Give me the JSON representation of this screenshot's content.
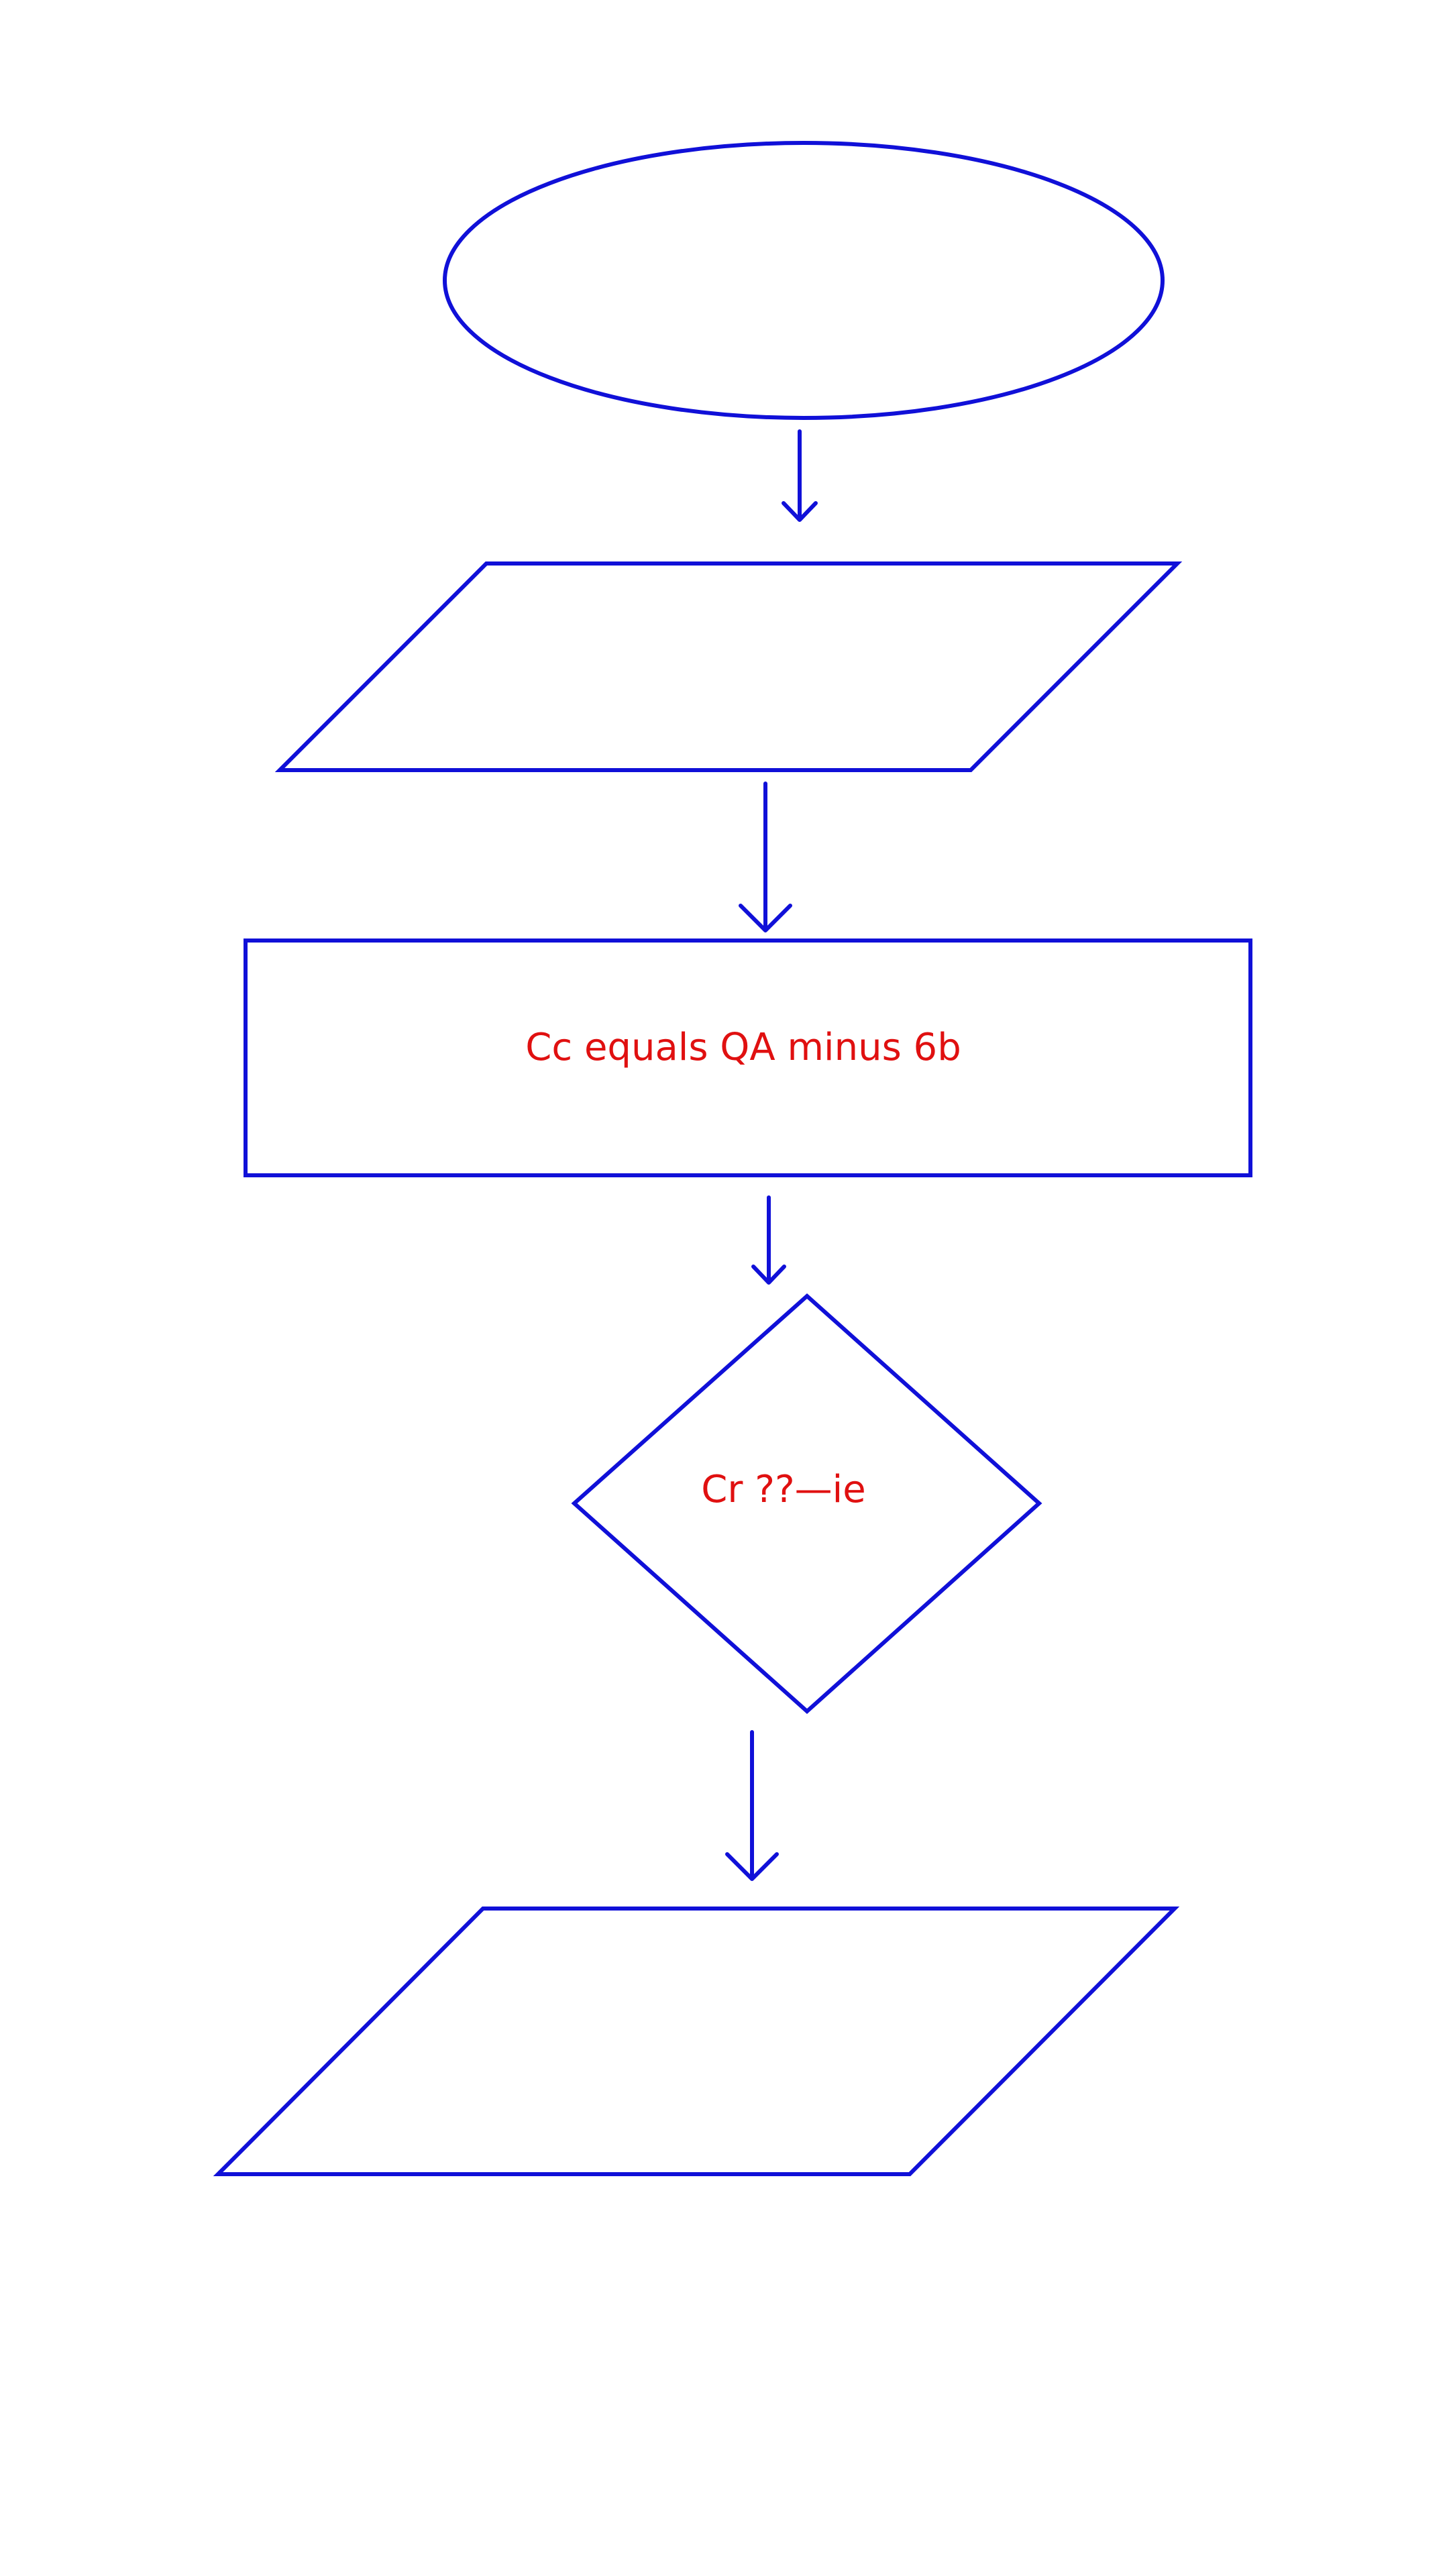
{
  "diagram": {
    "colors": {
      "stroke": "#1010d8",
      "label": "#e01010",
      "background": "#ffffff"
    },
    "nodes": [
      {
        "id": "start",
        "shape": "ellipse",
        "label": ""
      },
      {
        "id": "input",
        "shape": "parallelogram",
        "label": ""
      },
      {
        "id": "process",
        "shape": "rectangle",
        "label": "Cc equals QA minus 6b"
      },
      {
        "id": "decision",
        "shape": "diamond",
        "label": "Cr ??—ie"
      },
      {
        "id": "output",
        "shape": "parallelogram",
        "label": ""
      }
    ],
    "edges": [
      {
        "from": "start",
        "to": "input"
      },
      {
        "from": "input",
        "to": "process"
      },
      {
        "from": "process",
        "to": "decision"
      },
      {
        "from": "decision",
        "to": "output"
      }
    ]
  }
}
